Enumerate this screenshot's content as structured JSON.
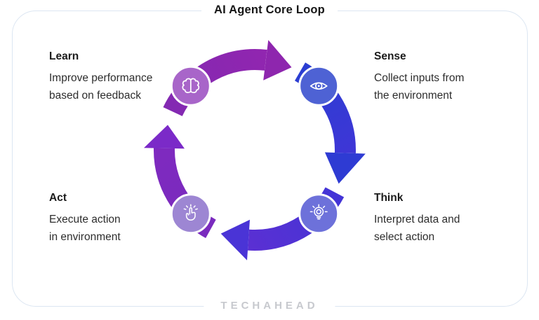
{
  "title": "AI Agent Core Loop",
  "brand": "TECHAHEAD",
  "nodes": [
    {
      "id": "learn",
      "label": "Learn",
      "desc": [
        "Improve performance",
        "based on feedback"
      ],
      "icon": "brain-icon",
      "circle_color": "#A865C9"
    },
    {
      "id": "sense",
      "label": "Sense",
      "desc": [
        "Collect inputs from",
        "the environment"
      ],
      "icon": "eye-icon",
      "circle_color": "#4E62D4"
    },
    {
      "id": "think",
      "label": "Think",
      "desc": [
        "Interpret data and",
        "select action"
      ],
      "icon": "lightbulb-icon",
      "circle_color": "#6D71DA"
    },
    {
      "id": "act",
      "label": "Act",
      "desc": [
        "Execute action",
        "in environment"
      ],
      "icon": "hand-click-icon",
      "circle_color": "#9D86D3"
    }
  ],
  "colors": {
    "seg_top_start": "#8329B2",
    "seg_top_end": "#9325AF",
    "arrow_top": "#8E26AE",
    "seg_right_start": "#2B3ED2",
    "seg_right_end": "#3E36D6",
    "arrow_right": "#2E3BD3",
    "seg_bottom_start": "#4334D6",
    "seg_bottom_end": "#5A30D3",
    "arrow_bottom": "#4A34D6",
    "seg_left_start": "#7A2BBE",
    "seg_left_end": "#7E2ABF",
    "arrow_left": "#7B2AC8",
    "frame_border": "#DCE6F2",
    "title_text": "#161616",
    "body_text": "#2D2D2D",
    "brand_text": "#C7C9CE",
    "icon_stroke": "#FFFFFF"
  }
}
